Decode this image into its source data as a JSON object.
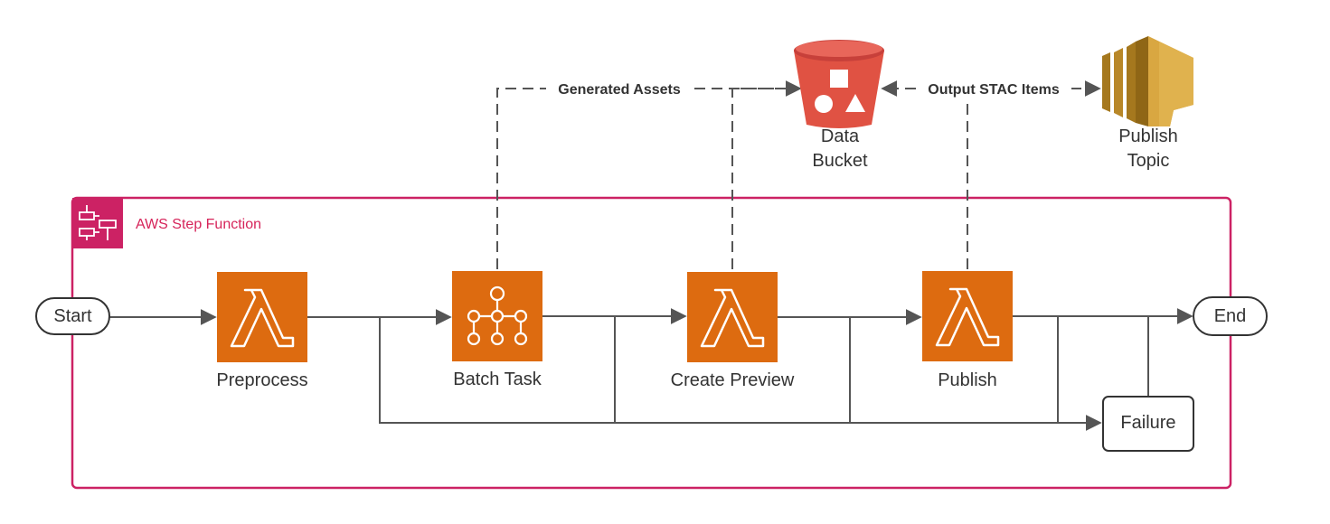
{
  "colors": {
    "lambda": "#dd6b10",
    "step_function": "#cc2264",
    "bucket": "#e05243",
    "bucket_dark": "#c7403a",
    "sns_gold": "#d9a741",
    "sns_dark": "#a5781e",
    "line": "#555555",
    "text": "#333333"
  },
  "container": {
    "title": "AWS Step Function",
    "icon": "step-functions-icon"
  },
  "terminals": {
    "start": "Start",
    "end": "End"
  },
  "steps": [
    {
      "id": "preprocess",
      "label": "Preprocess",
      "icon": "lambda-icon"
    },
    {
      "id": "batch",
      "label": "Batch Task",
      "icon": "batch-icon"
    },
    {
      "id": "preview",
      "label": "Create Preview",
      "icon": "lambda-icon"
    },
    {
      "id": "publish",
      "label": "Publish",
      "icon": "lambda-icon"
    }
  ],
  "failure": {
    "label": "Failure"
  },
  "bucket": {
    "label_line1": "Data",
    "label_line2": "Bucket",
    "icon": "s3-bucket-icon"
  },
  "topic": {
    "label_line1": "Publish",
    "label_line2": "Topic",
    "icon": "sns-topic-icon"
  },
  "edges": {
    "generated_assets": "Generated Assets",
    "output_stac_items": "Output STAC Items"
  }
}
